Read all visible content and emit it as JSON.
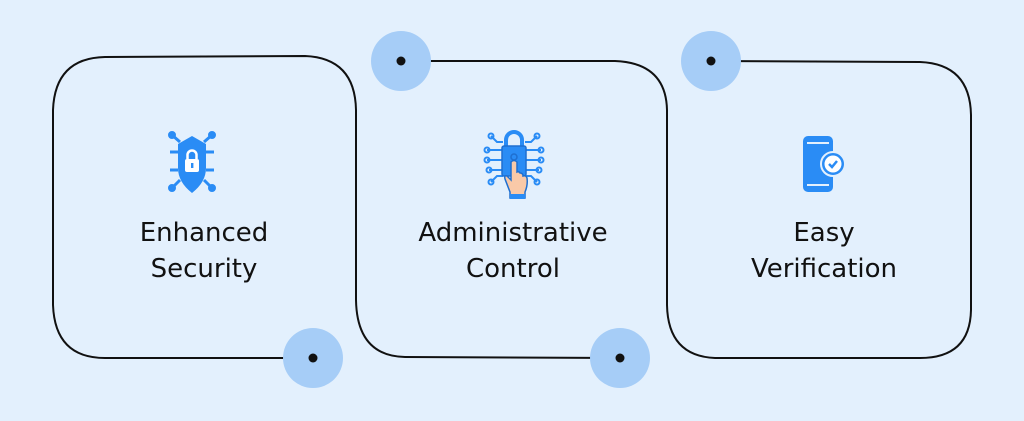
{
  "colors": {
    "background": "#e3f0fd",
    "accent": "#2a8cf5",
    "dot_halo": "#a6cdf7",
    "line": "#111111"
  },
  "features": [
    {
      "icon": "shield-lock-icon",
      "line1": "Enhanced",
      "line2": "Security"
    },
    {
      "icon": "fingerprint-lock-icon",
      "line1": "Administrative",
      "line2": "Control"
    },
    {
      "icon": "phone-check-icon",
      "line1": "Easy",
      "line2": "Verification"
    }
  ]
}
